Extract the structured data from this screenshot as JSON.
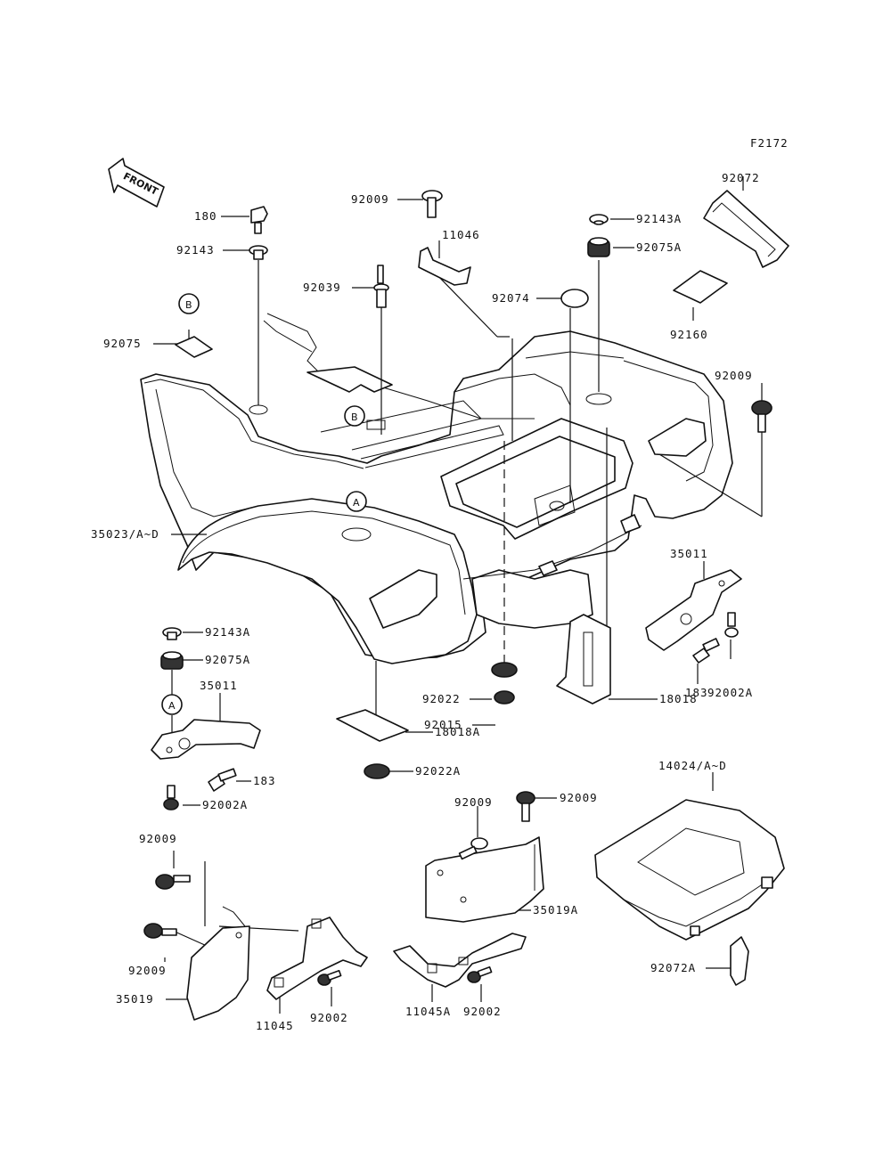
{
  "figure_code": "F2172",
  "front_arrow_label": "FRONT",
  "reference_markers": [
    "A",
    "B"
  ],
  "part_numbers": {
    "p180": "180",
    "p92143": "92143",
    "p92075": "92075",
    "p92009_top": "92009",
    "p11046": "11046",
    "p92039": "92039",
    "p92143A_top": "92143A",
    "p92075A_top": "92075A",
    "p92074": "92074",
    "p92072": "92072",
    "p92160": "92160",
    "p92009_right": "92009",
    "p35023": "35023/A~D",
    "p35011_right": "35011",
    "p92002A_right": "92002A",
    "p183_right": "183",
    "p18018": "18018",
    "p92022_mid": "92022",
    "p92015": "92015",
    "p92143A_left": "92143A",
    "p92075A_left": "92075A",
    "p35011_left": "35011",
    "p18018A": "18018A",
    "p92022A": "92022A",
    "p183_left": "183",
    "p92002A_left": "92002A",
    "p14024": "14024/A~D",
    "p92009_c1": "92009",
    "p92009_c2": "92009",
    "p35019A": "35019A",
    "p92009_bl1": "92009",
    "p92009_bl2": "92009",
    "p35019": "35019",
    "p11045": "11045",
    "p92002_l": "92002",
    "p11045A": "11045A",
    "p92002_r": "92002",
    "p92072A": "92072A"
  }
}
